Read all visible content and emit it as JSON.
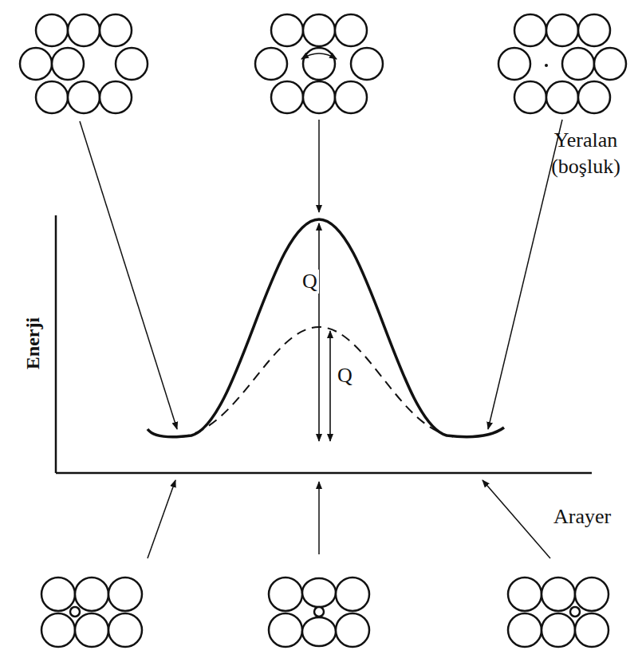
{
  "diagram": {
    "labels": [
      "Yeralan (boşluk)",
      "Enerji",
      "Q",
      "Q",
      "Arayer"
    ]
  }
}
